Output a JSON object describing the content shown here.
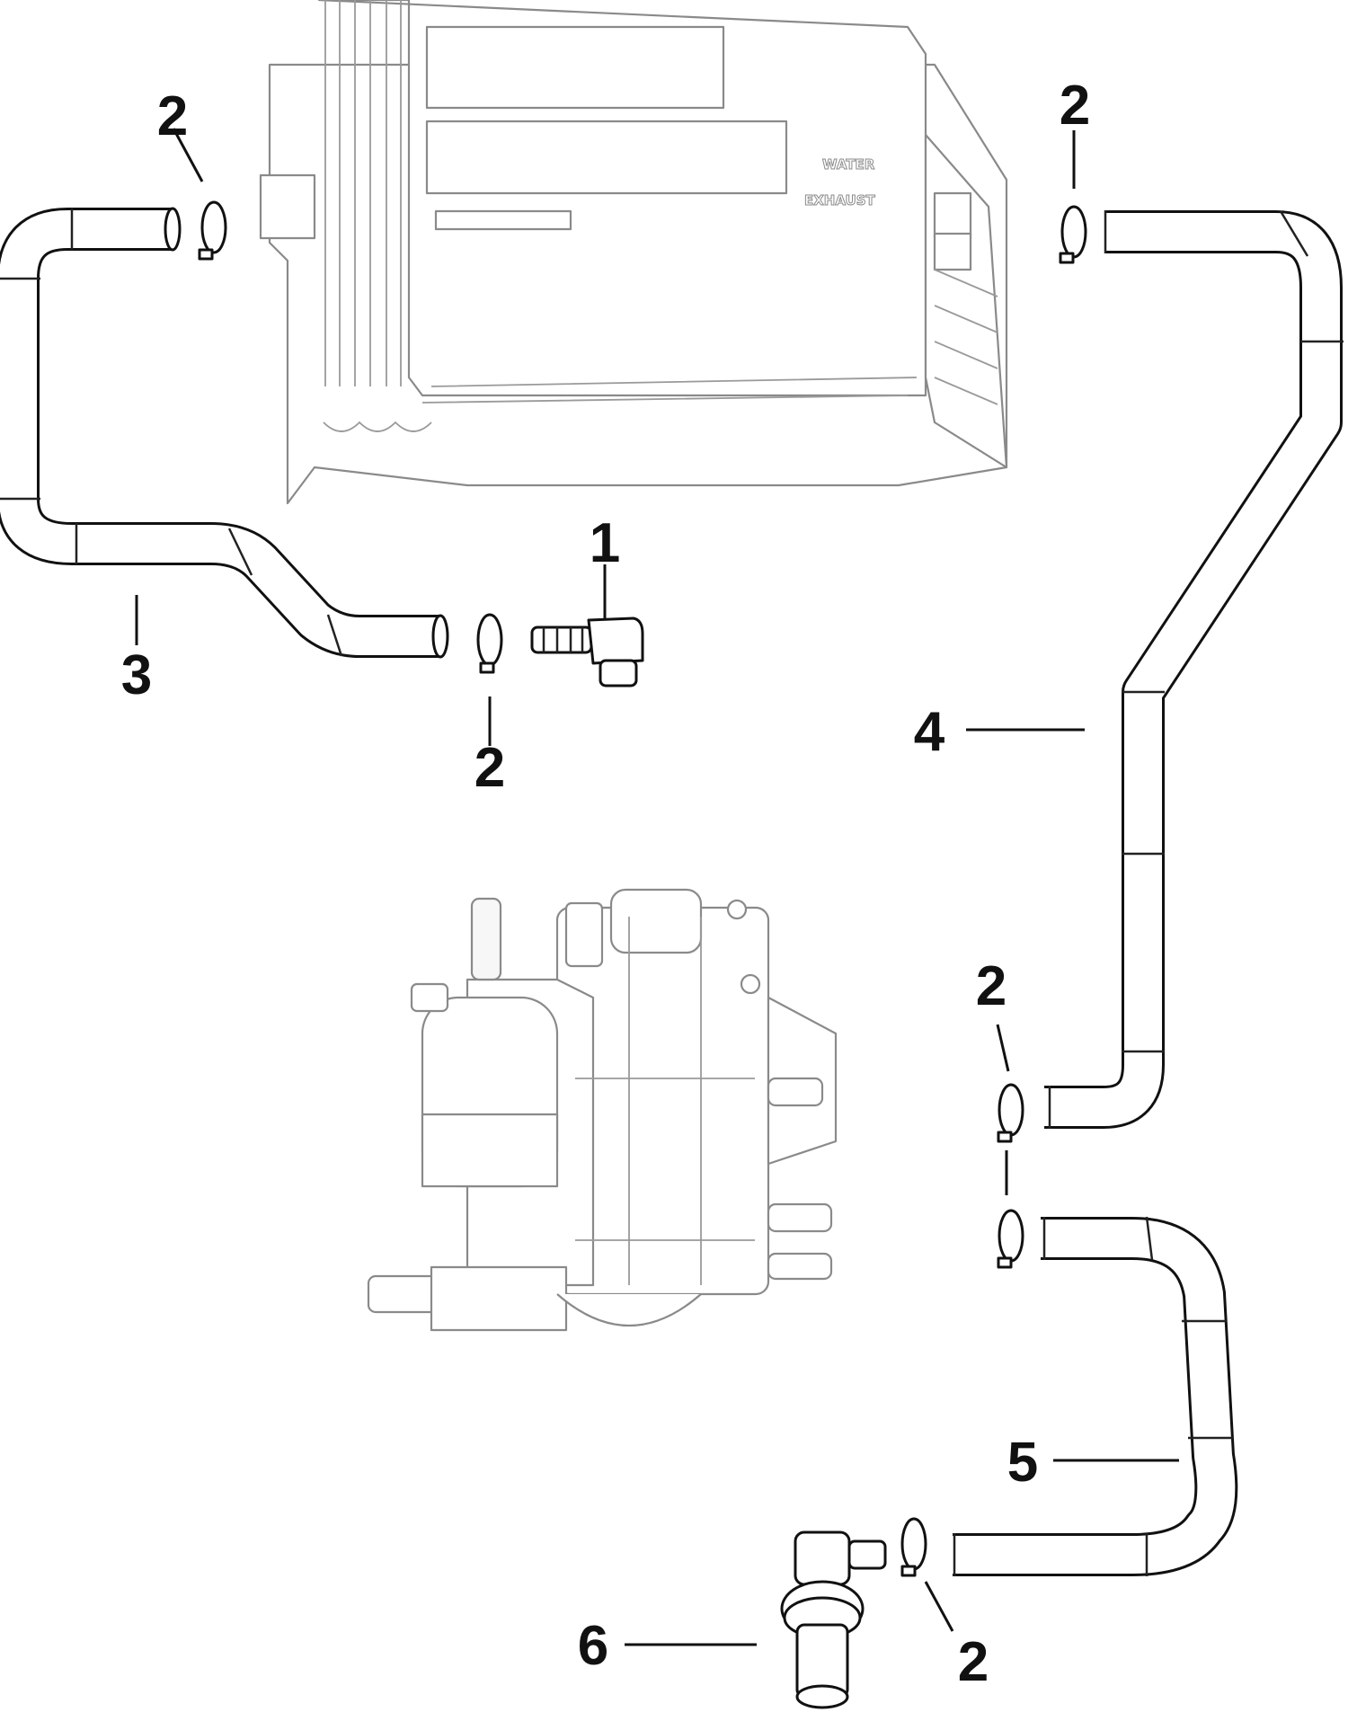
{
  "callouts": {
    "c1": "1",
    "c2_top_left": "2",
    "c2_top_right": "2",
    "c2_mid_left": "2",
    "c2_mid_right": "2",
    "c2_bottom": "2",
    "c3": "3",
    "c4": "4",
    "c5": "5",
    "c6": "6"
  },
  "housing_labels": {
    "water": "WATER",
    "exhaust": "EXHAUST"
  },
  "colors": {
    "ink": "#111111",
    "faint": "#8a8a8a",
    "background": "#ffffff"
  }
}
